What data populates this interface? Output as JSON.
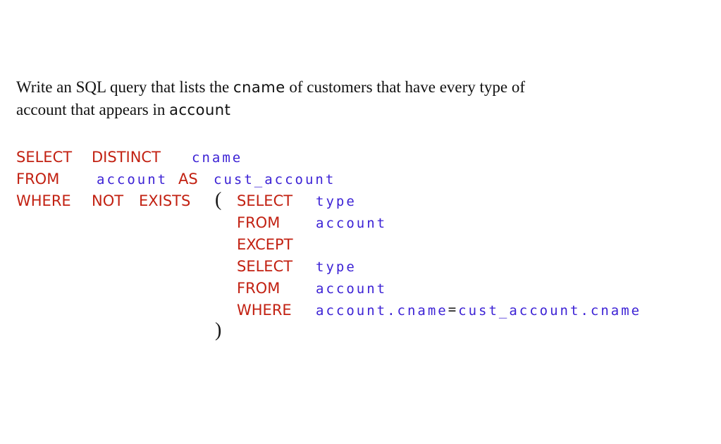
{
  "question": {
    "line1_text": "Write an SQL query that lists the ",
    "line1_code": "cname",
    "line1_rest": " of customers that have every type of",
    "line2_text": "account that appears in ",
    "line2_code": "account"
  },
  "colors": {
    "keyword": "#c22112",
    "identifier": "#3c22d5",
    "punctuation": "#161616",
    "text": "#111111",
    "background": "#ffffff"
  },
  "code": {
    "language": "SQL",
    "full_query": "SELECT DISTINCT cname\nFROM account AS cust_account\nWHERE NOT EXISTS ( SELECT type\nFROM account\nEXCEPT\nSELECT type\nFROM account\nWHERE account.cname=cust_account.cname\n)",
    "lines": [
      {
        "tokens": [
          {
            "t": "SELECT"
          },
          {
            "t": "DISTINCT"
          },
          {
            "t": "cname"
          }
        ]
      },
      {
        "tokens": [
          {
            "t": "FROM"
          },
          {
            "t": "account"
          },
          {
            "t": "AS"
          },
          {
            "t": "cust_account"
          }
        ]
      },
      {
        "tokens": [
          {
            "t": "WHERE"
          },
          {
            "t": "NOT"
          },
          {
            "t": "EXISTS"
          },
          {
            "t": "("
          },
          {
            "t": "SELECT"
          },
          {
            "t": "type"
          }
        ]
      },
      {
        "tokens": [
          {
            "t": "FROM"
          },
          {
            "t": "account"
          }
        ]
      },
      {
        "tokens": [
          {
            "t": "EXCEPT"
          }
        ]
      },
      {
        "tokens": [
          {
            "t": "SELECT"
          },
          {
            "t": "type"
          }
        ]
      },
      {
        "tokens": [
          {
            "t": "FROM"
          },
          {
            "t": "account"
          }
        ]
      },
      {
        "tokens": [
          {
            "t": "WHERE"
          },
          {
            "t": "account.cname"
          },
          {
            "t": "="
          },
          {
            "t": "cust_account.cname"
          }
        ]
      },
      {
        "tokens": [
          {
            "t": ")"
          }
        ]
      }
    ]
  }
}
